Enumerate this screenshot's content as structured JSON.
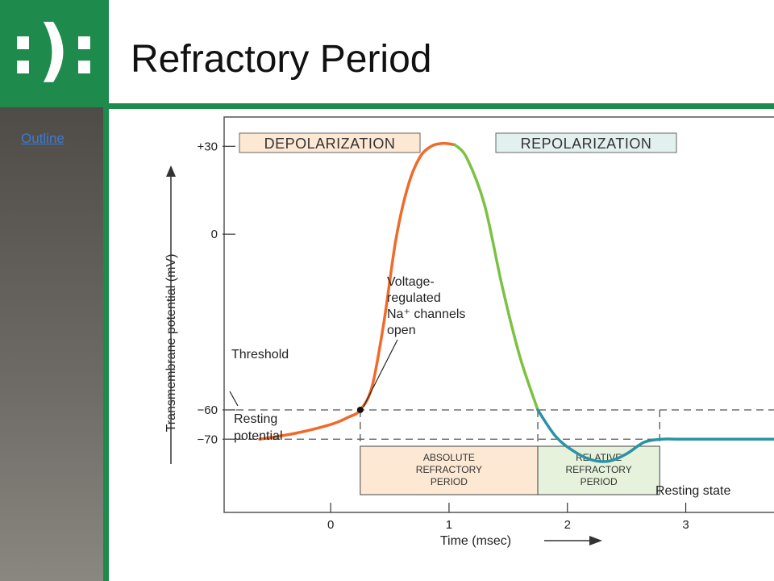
{
  "slide": {
    "logo": ":):",
    "title": "Refractory Period",
    "outline_link": "Outline"
  },
  "colors": {
    "green": "#1e8a4c",
    "depolarization": "#f06a2a",
    "repolarization": "#7cc242",
    "after": "#2a93a6"
  },
  "chart_data": {
    "type": "line",
    "xlabel": "Time (msec)",
    "ylabel": "Transmembrane potential (mV)",
    "xlim": [
      -0.9,
      3.8
    ],
    "ylim": [
      -95,
      40
    ],
    "x_ticks": [
      0,
      1,
      2,
      3
    ],
    "x_tick_labels": [
      "0",
      "1",
      "2",
      "3"
    ],
    "y_ticks": [
      30,
      0,
      -60,
      -70
    ],
    "y_tick_labels": [
      "+30",
      "0",
      "−60",
      "−70"
    ],
    "threshold_mv": -60,
    "resting_mv": -70,
    "threshold_time": 0.25,
    "repolarized_time": 1.75,
    "recovery_time": 2.78,
    "series": [
      {
        "segment": "depolarization",
        "x": [
          -0.6,
          -0.3,
          0.0,
          0.15,
          0.25,
          0.35,
          0.45,
          0.55,
          0.65,
          0.75,
          0.85,
          0.95,
          1.05
        ],
        "y": [
          -70,
          -68,
          -65,
          -62.5,
          -60,
          -52,
          -30,
          -2,
          16,
          26,
          30,
          31,
          30.5
        ]
      },
      {
        "segment": "repolarization",
        "x": [
          1.05,
          1.15,
          1.3,
          1.45,
          1.6,
          1.75
        ],
        "y": [
          30.5,
          26,
          10,
          -18,
          -42,
          -60
        ]
      },
      {
        "segment": "after",
        "x": [
          1.75,
          1.9,
          2.05,
          2.2,
          2.35,
          2.5,
          2.65,
          2.8,
          2.95,
          3.2,
          3.5,
          3.8
        ],
        "y": [
          -60,
          -69,
          -74,
          -77,
          -77.5,
          -75,
          -71,
          -70,
          -70,
          -70,
          -70,
          -70
        ]
      }
    ],
    "annotations": {
      "depolarization": "DEPOLARIZATION",
      "repolarization": "REPOLARIZATION",
      "threshold": "Threshold",
      "resting_line1": "Resting",
      "resting_line2": "potential",
      "na_line1": "Voltage-",
      "na_line2": "regulated",
      "na_line3": "Na⁺ channels",
      "na_line4": "open",
      "absolute_line1": "ABSOLUTE",
      "absolute_line2": "REFRACTORY",
      "absolute_line3": "PERIOD",
      "relative_line1": "RELATIVE",
      "relative_line2": "REFRACTORY",
      "relative_line3": "PERIOD",
      "resting_state": "Resting state"
    }
  }
}
